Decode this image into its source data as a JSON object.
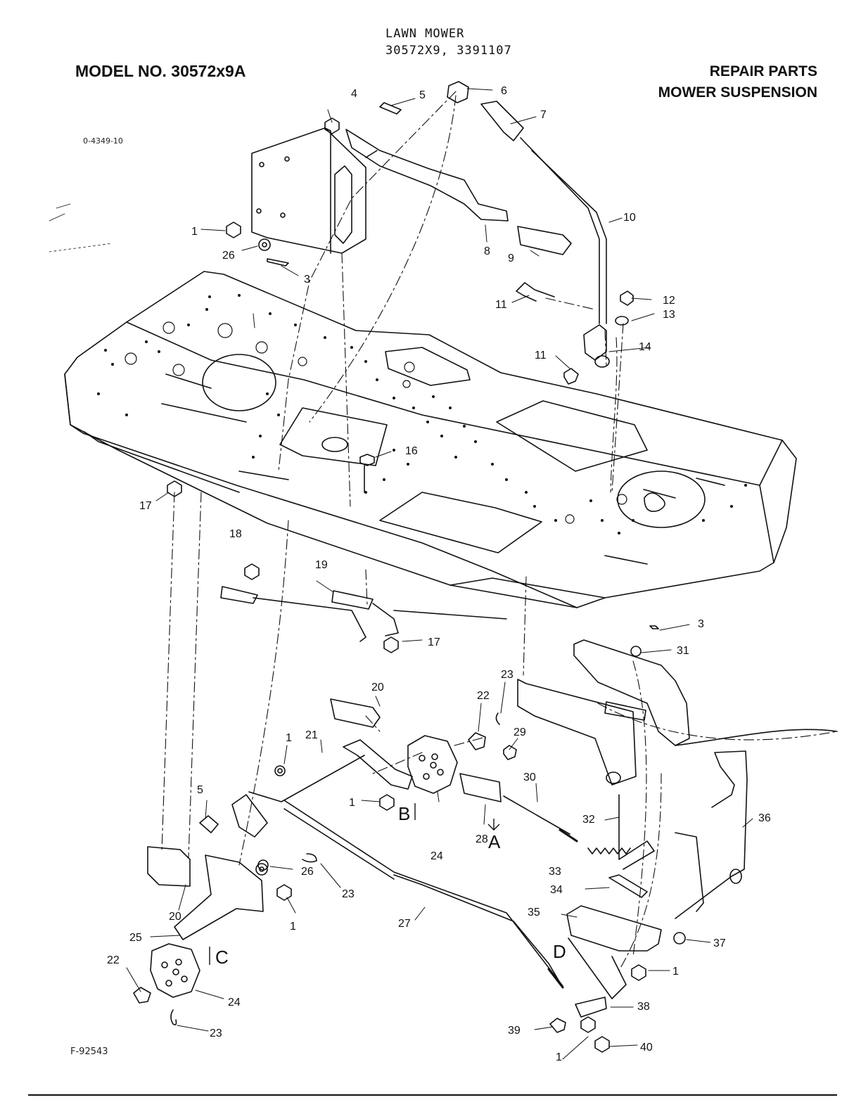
{
  "header": {
    "title_line1": "LAWN MOWER",
    "title_line2": "30572X9, 3391107",
    "model": "MODEL NO.  30572x9A",
    "section_line1": "REPAIR PARTS",
    "section_line2": "MOWER SUSPENSION",
    "drawing_code": "0-4349-10",
    "figure_code": "F-92543"
  },
  "callouts": [
    {
      "id": "c4",
      "text": "4"
    },
    {
      "id": "c5a",
      "text": "5"
    },
    {
      "id": "c6",
      "text": "6"
    },
    {
      "id": "c7",
      "text": "7"
    },
    {
      "id": "c10",
      "text": "10"
    },
    {
      "id": "c1a",
      "text": "1"
    },
    {
      "id": "c26a",
      "text": "26"
    },
    {
      "id": "c3a",
      "text": "3"
    },
    {
      "id": "c8",
      "text": "8"
    },
    {
      "id": "c9",
      "text": "9"
    },
    {
      "id": "c11a",
      "text": "11"
    },
    {
      "id": "c12",
      "text": "12"
    },
    {
      "id": "c13",
      "text": "13"
    },
    {
      "id": "c14",
      "text": "14"
    },
    {
      "id": "c11b",
      "text": "11"
    },
    {
      "id": "c16",
      "text": "16"
    },
    {
      "id": "c17a",
      "text": "17"
    },
    {
      "id": "c18",
      "text": "18"
    },
    {
      "id": "c19",
      "text": "19"
    },
    {
      "id": "c17b",
      "text": "17"
    },
    {
      "id": "c3b",
      "text": "3"
    },
    {
      "id": "c31",
      "text": "31"
    },
    {
      "id": "c20a",
      "text": "20"
    },
    {
      "id": "c23a",
      "text": "23"
    },
    {
      "id": "c22a",
      "text": "22"
    },
    {
      "id": "c1b",
      "text": "1"
    },
    {
      "id": "c21",
      "text": "21"
    },
    {
      "id": "c29",
      "text": "29"
    },
    {
      "id": "c30",
      "text": "30"
    },
    {
      "id": "c5b",
      "text": "5"
    },
    {
      "id": "c1c",
      "text": "1"
    },
    {
      "id": "c24a",
      "text": "24"
    },
    {
      "id": "c28",
      "text": "28"
    },
    {
      "id": "c32",
      "text": "32"
    },
    {
      "id": "c36",
      "text": "36"
    },
    {
      "id": "c26b",
      "text": "26"
    },
    {
      "id": "c23b",
      "text": "23"
    },
    {
      "id": "c33",
      "text": "33"
    },
    {
      "id": "c34",
      "text": "34"
    },
    {
      "id": "c20b",
      "text": "20"
    },
    {
      "id": "c1d",
      "text": "1"
    },
    {
      "id": "c27",
      "text": "27"
    },
    {
      "id": "c35",
      "text": "35"
    },
    {
      "id": "c37",
      "text": "37"
    },
    {
      "id": "c25",
      "text": "25"
    },
    {
      "id": "c22b",
      "text": "22"
    },
    {
      "id": "c24b",
      "text": "24"
    },
    {
      "id": "c1e",
      "text": "1"
    },
    {
      "id": "c38",
      "text": "38"
    },
    {
      "id": "c23c",
      "text": "23"
    },
    {
      "id": "c39",
      "text": "39"
    },
    {
      "id": "c40",
      "text": "40"
    },
    {
      "id": "c1f",
      "text": "1"
    }
  ],
  "ref_letters": {
    "A": "A",
    "B": "B",
    "C": "C",
    "D": "D"
  }
}
